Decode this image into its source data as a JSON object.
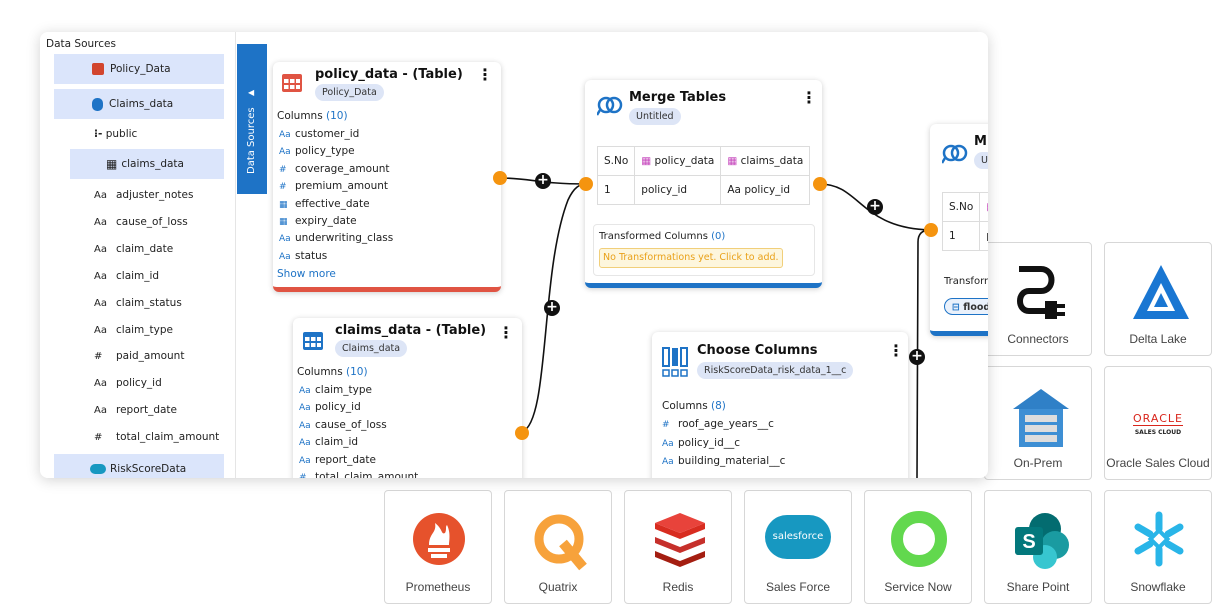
{
  "colors": {
    "accent": "#1e73c6",
    "orange": "#f5940f",
    "chip": "#dde5f6",
    "red": "#e05443"
  },
  "sidebar": {
    "title": "Data Sources",
    "sources": [
      {
        "label": "Policy_Data",
        "icon": "policy-data-icon"
      },
      {
        "label": "Claims_data",
        "icon": "database-icon"
      }
    ],
    "schema": "public",
    "table": "claims_data",
    "columns": [
      {
        "type": "Aa",
        "name": "adjuster_notes"
      },
      {
        "type": "Aa",
        "name": "cause_of_loss"
      },
      {
        "type": "Aa",
        "name": "claim_date"
      },
      {
        "type": "Aa",
        "name": "claim_id"
      },
      {
        "type": "Aa",
        "name": "claim_status"
      },
      {
        "type": "Aa",
        "name": "claim_type"
      },
      {
        "type": "#",
        "name": "paid_amount"
      },
      {
        "type": "Aa",
        "name": "policy_id"
      },
      {
        "type": "Aa",
        "name": "report_date"
      },
      {
        "type": "#",
        "name": "total_claim_amount"
      }
    ],
    "last_source": "RiskScoreData",
    "tab_label": "Data Sources"
  },
  "policy_card": {
    "title": "policy_data - (Table)",
    "chip": "Policy_Data",
    "columns_label": "Columns",
    "columns_count": "(10)",
    "rows": [
      {
        "type": "Aa",
        "name": "customer_id"
      },
      {
        "type": "Aa",
        "name": "policy_type"
      },
      {
        "type": "#",
        "name": "coverage_amount"
      },
      {
        "type": "#",
        "name": "premium_amount"
      },
      {
        "type": "▦",
        "name": "effective_date"
      },
      {
        "type": "▦",
        "name": "expiry_date"
      },
      {
        "type": "Aa",
        "name": "underwriting_class"
      },
      {
        "type": "Aa",
        "name": "status"
      }
    ],
    "show_more": "Show more"
  },
  "claims_card": {
    "title": "claims_data - (Table)",
    "chip": "Claims_data",
    "columns_label": "Columns",
    "columns_count": "(10)",
    "rows": [
      {
        "type": "Aa",
        "name": "claim_type"
      },
      {
        "type": "Aa",
        "name": "policy_id"
      },
      {
        "type": "Aa",
        "name": "cause_of_loss"
      },
      {
        "type": "Aa",
        "name": "claim_id"
      },
      {
        "type": "Aa",
        "name": "report_date"
      },
      {
        "type": "#",
        "name": "total_claim_amount"
      }
    ]
  },
  "merge_card": {
    "title": "Merge Tables",
    "chip": "Untitled",
    "headers": [
      "S.No",
      "policy_data",
      "claims_data"
    ],
    "row": [
      "1",
      "policy_id",
      "policy_id"
    ],
    "transformed_label": "Transformed Columns",
    "transformed_count": "(0)",
    "empty_hint": "No Transformations yet. Click to add."
  },
  "choose_card": {
    "title": "Choose Columns",
    "chip": "RiskScoreData_risk_data_1__c",
    "columns_label": "Columns",
    "columns_count": "(8)",
    "rows": [
      {
        "type": "#",
        "name": "roof_age_years__c"
      },
      {
        "type": "Aa",
        "name": "policy_id__c"
      },
      {
        "type": "Aa",
        "name": "building_material__c"
      }
    ]
  },
  "partial_card": {
    "title": "M",
    "chip": "U",
    "headers": [
      "S.No"
    ],
    "row": [
      "1",
      "p"
    ],
    "transformed": "Transforr",
    "chip2": "flood"
  },
  "connectors": [
    {
      "label": "Connectors",
      "icon": "plug-icon"
    },
    {
      "label": "Delta Lake",
      "icon": "delta-lake-icon"
    },
    {
      "label": "On-Prem",
      "icon": "server-icon"
    },
    {
      "label": "Oracle Sales Cloud",
      "icon": "oracle-icon",
      "logo_text": "ORACLE",
      "logo_sub": "SALES CLOUD"
    },
    {
      "label": "Prometheus",
      "icon": "prometheus-icon"
    },
    {
      "label": "Quatrix",
      "icon": "quatrix-icon"
    },
    {
      "label": "Redis",
      "icon": "redis-icon"
    },
    {
      "label": "Sales Force",
      "icon": "salesforce-icon",
      "logo_text": "salesforce"
    },
    {
      "label": "Service Now",
      "icon": "servicenow-icon"
    },
    {
      "label": "Share Point",
      "icon": "sharepoint-icon",
      "logo_text": "S"
    },
    {
      "label": "Snowflake",
      "icon": "snowflake-icon"
    }
  ]
}
